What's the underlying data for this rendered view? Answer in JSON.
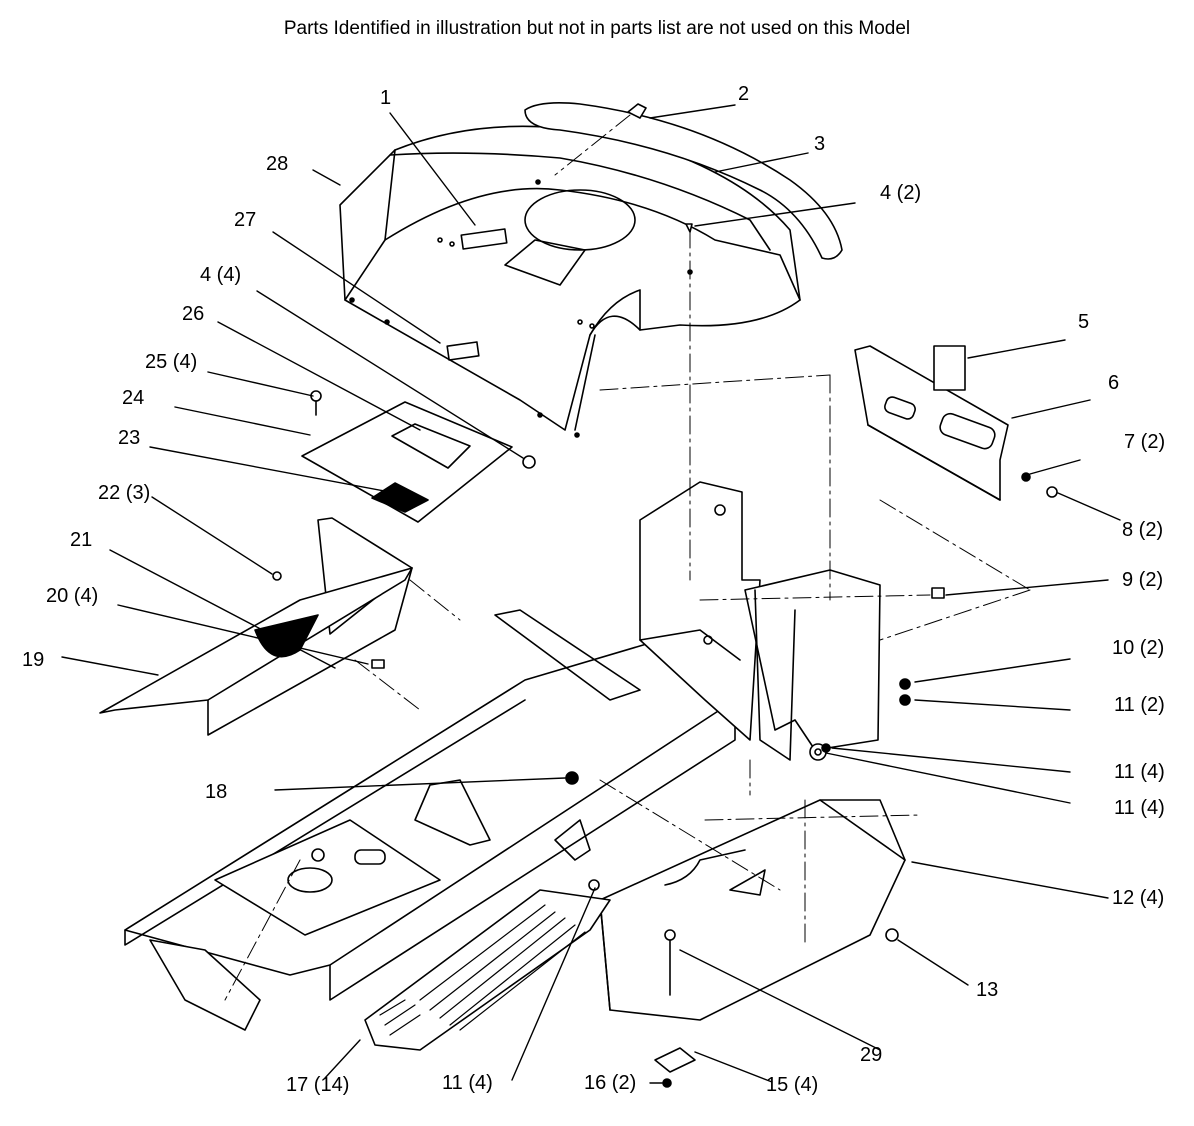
{
  "header": {
    "note": "Parts Identified  in illustration but not in parts list are not used on this Model"
  },
  "callouts": [
    {
      "key": "1",
      "text": "1"
    },
    {
      "key": "2",
      "text": "2"
    },
    {
      "key": "3",
      "text": "3"
    },
    {
      "key": "4a",
      "text": "4 (2)"
    },
    {
      "key": "28",
      "text": "28"
    },
    {
      "key": "27",
      "text": "27"
    },
    {
      "key": "4b",
      "text": "4 (4)"
    },
    {
      "key": "26",
      "text": "26"
    },
    {
      "key": "25",
      "text": "25 (4)"
    },
    {
      "key": "24",
      "text": "24"
    },
    {
      "key": "23",
      "text": "23"
    },
    {
      "key": "22",
      "text": "22 (3)"
    },
    {
      "key": "21",
      "text": "21"
    },
    {
      "key": "20",
      "text": "20 (4)"
    },
    {
      "key": "19",
      "text": "19"
    },
    {
      "key": "5",
      "text": "5"
    },
    {
      "key": "6",
      "text": "6"
    },
    {
      "key": "7",
      "text": "7 (2)"
    },
    {
      "key": "8",
      "text": "8 (2)"
    },
    {
      "key": "9",
      "text": "9 (2)"
    },
    {
      "key": "10",
      "text": "10 (2)"
    },
    {
      "key": "11a",
      "text": "11 (2)"
    },
    {
      "key": "11b",
      "text": "11 (4)"
    },
    {
      "key": "11c",
      "text": "11 (4)"
    },
    {
      "key": "12",
      "text": "12 (4)"
    },
    {
      "key": "13",
      "text": "13"
    },
    {
      "key": "29",
      "text": "29"
    },
    {
      "key": "15",
      "text": "15 (4)"
    },
    {
      "key": "16",
      "text": "16 (2)"
    },
    {
      "key": "11d",
      "text": "11 (4)"
    },
    {
      "key": "17",
      "text": "17 (14)"
    },
    {
      "key": "18",
      "text": "18"
    }
  ]
}
